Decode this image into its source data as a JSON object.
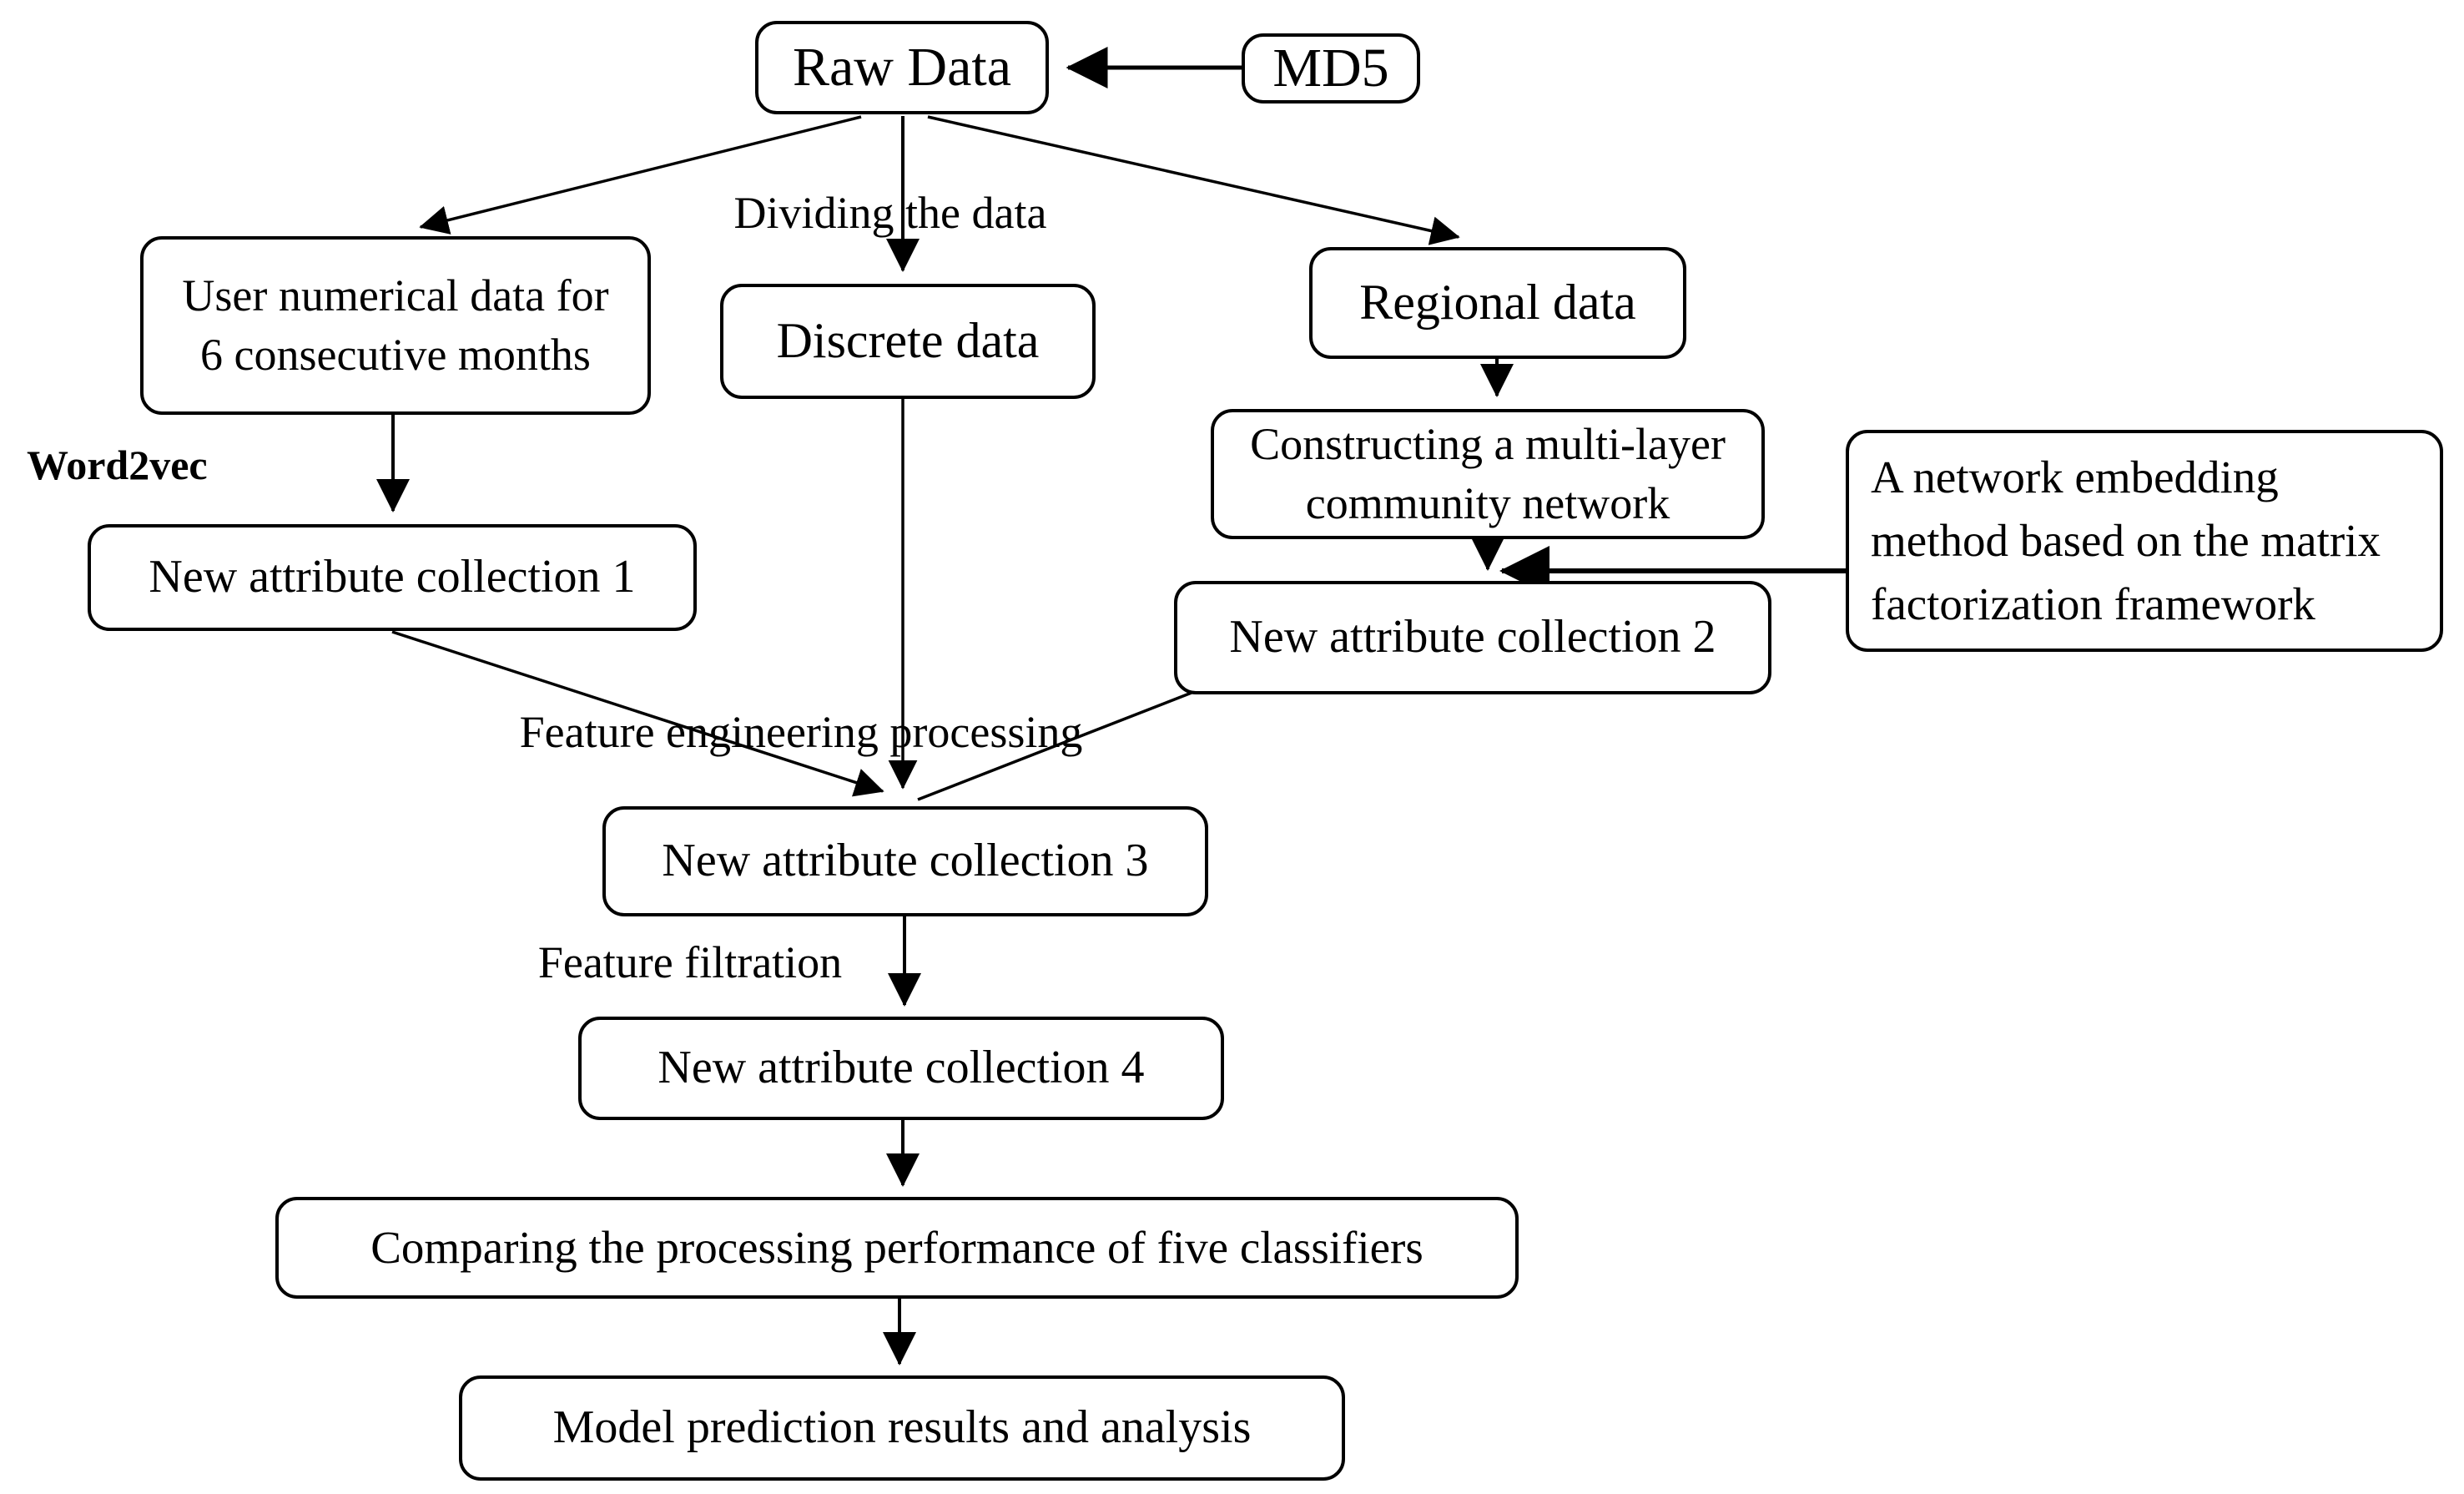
{
  "diagram": {
    "type": "flowchart",
    "colors": {
      "background": "#ffffff",
      "line": "#000000",
      "text": "#000000",
      "node_fill": "#ffffff"
    },
    "nodes": {
      "raw_data": {
        "label": "Raw Data"
      },
      "md5": {
        "label": "MD5"
      },
      "user_numerical": {
        "lines": [
          "User numerical data for",
          "6 consecutive months"
        ]
      },
      "discrete": {
        "label": "Discrete data"
      },
      "regional": {
        "label": "Regional data"
      },
      "constructing": {
        "lines": [
          "Constructing a multi-layer",
          "community network"
        ]
      },
      "network_embedding": {
        "lines": [
          "A network embedding",
          "method based on the matrix",
          "factorization framework"
        ]
      },
      "attr1": {
        "label": "New attribute collection 1"
      },
      "attr2": {
        "label": "New attribute collection 2"
      },
      "attr3": {
        "label": "New attribute collection 3"
      },
      "attr4": {
        "label": "New attribute collection 4"
      },
      "comparing": {
        "label": "Comparing the processing performance of five classifiers"
      },
      "model": {
        "label": "Model prediction results and analysis"
      }
    },
    "edge_labels": {
      "dividing": "Dividing the data",
      "word2vec": "Word2vec",
      "feature_engineering": "Feature engineering processing",
      "feature_filtration": "Feature filtration"
    },
    "edges": [
      "md5 -> raw_data",
      "raw_data -> user_numerical",
      "raw_data -> discrete (Dividing the data)",
      "raw_data -> regional",
      "user_numerical -> attr1 (Word2vec)",
      "regional -> constructing",
      "constructing -> attr2",
      "network_embedding -> attr2",
      "attr1 -> attr3 (Feature engineering processing)",
      "discrete -> attr3 (Feature engineering processing)",
      "attr2 -> attr3 (Feature engineering processing)",
      "attr3 -> attr4 (Feature filtration)",
      "attr4 -> comparing",
      "comparing -> model"
    ]
  }
}
